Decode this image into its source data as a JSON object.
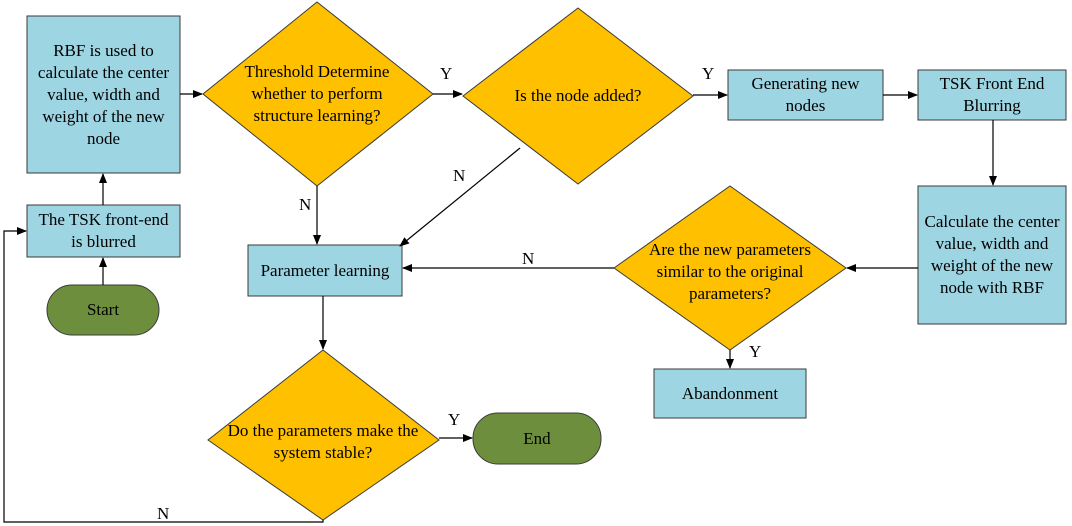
{
  "colors": {
    "process_fill": "#9dd5e3",
    "decision_fill": "#ffc000",
    "terminal_fill": "#6d8f3d",
    "stroke": "#3a3a3a"
  },
  "nodes": {
    "rbf_calc": "RBF is used to calculate the center value, width and weight of the new node",
    "threshold": "Threshold Determine whether to perform structure learning?",
    "node_added": "Is the node added?",
    "generate_nodes": "Generating new nodes",
    "tsk_front_blurring": "TSK Front End Blurring",
    "tsk_blurred": "The TSK front-end is blurred",
    "start": "Start",
    "param_learning": "Parameter learning",
    "calc_rbf": "Calculate the center value, width and weight of the new node with RBF",
    "params_similar": "Are the new parameters similar to the original parameters?",
    "abandonment": "Abandonment",
    "system_stable": "Do the parameters make the system stable?",
    "end": "End"
  },
  "edge_labels": {
    "threshold_yes": "Y",
    "added_yes": "Y",
    "added_no": "N",
    "threshold_no": "N",
    "similar_no": "N",
    "similar_yes": "Y",
    "stable_yes": "Y",
    "stable_no": "N"
  }
}
